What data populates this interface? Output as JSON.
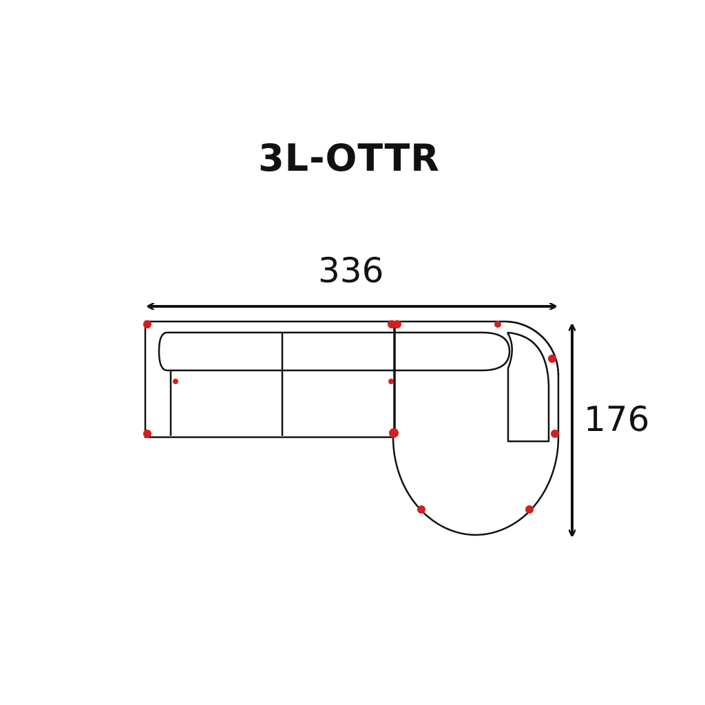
{
  "diagram": {
    "model_code": "3L-OTTR",
    "width_dimension": "336",
    "depth_dimension": "176"
  },
  "colors": {
    "outline": "#111111",
    "marker": "#d21f1f",
    "background": "#ffffff"
  }
}
